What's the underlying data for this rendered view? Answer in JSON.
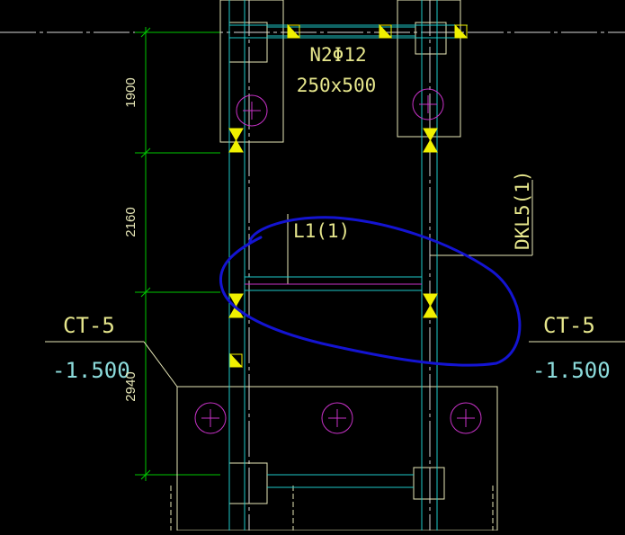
{
  "colors": {
    "background": "#000000",
    "grid_line": "#d9d9d9",
    "dimension": "#00c800",
    "outline": "#e8e8b8",
    "beam": "#1ec8c8",
    "pile_circle": "#c832c8",
    "marker": "#f0f000",
    "annotation": "#1414d2",
    "label_gold": "#e6e68c",
    "label_cyan": "#8cdcdc",
    "magenta_line": "#c832c8"
  },
  "labels": {
    "beam_rebar": "N2Φ12",
    "beam_section": "250x500",
    "beam_l1": "L1(1)",
    "beam_dkl5": "DKL5(1)",
    "cap_left": "CT-5",
    "cap_right": "CT-5",
    "elev_left": "-1.500",
    "elev_right": "-1.500"
  },
  "dimensions": {
    "d1": "1900",
    "d2": "2160",
    "d3": "2940"
  }
}
